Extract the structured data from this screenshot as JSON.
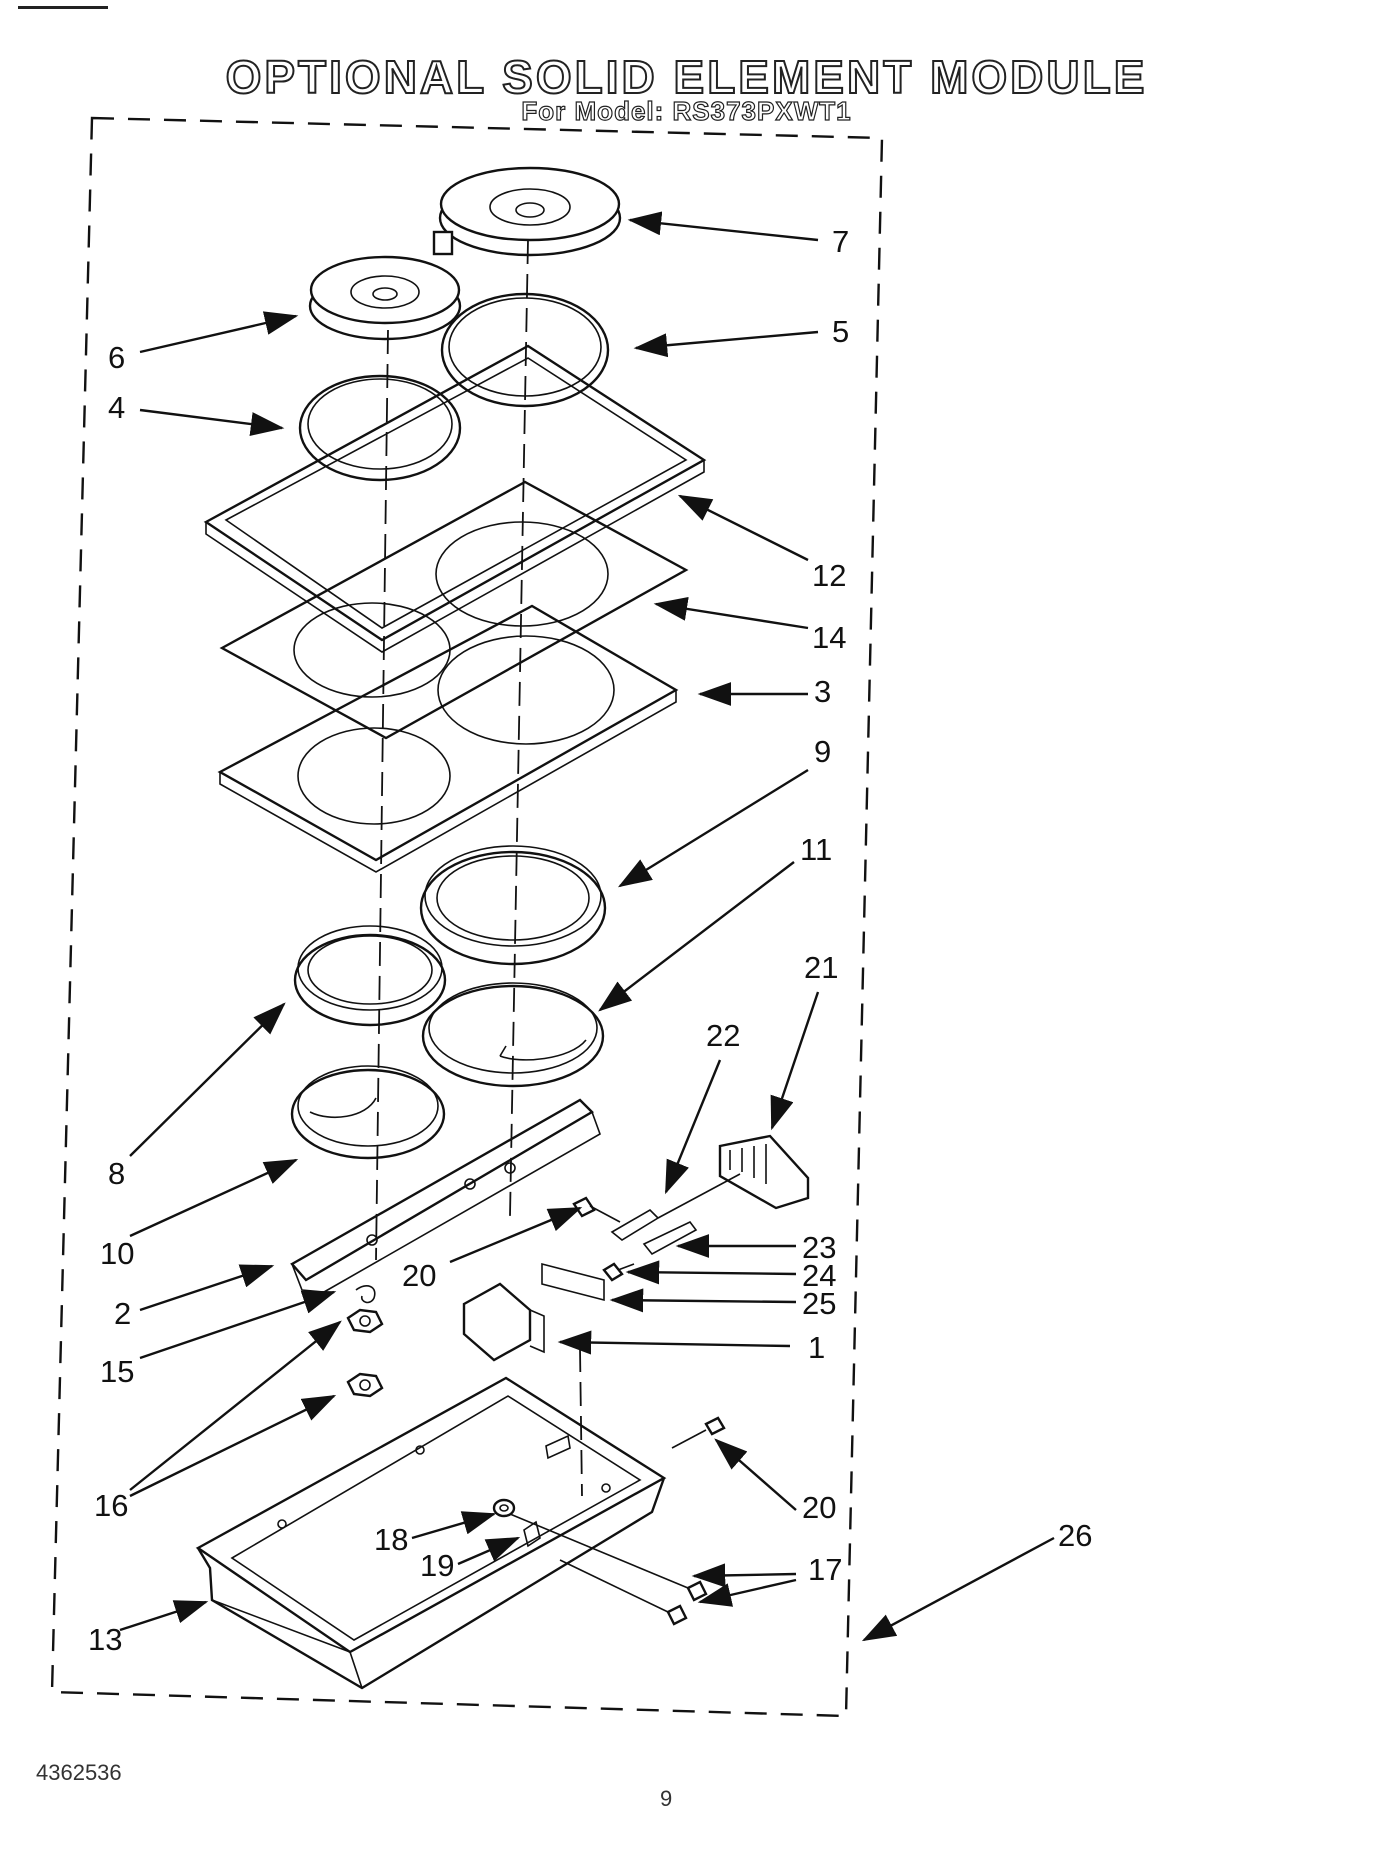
{
  "header": {
    "title": "OPTIONAL SOLID ELEMENT MODULE",
    "subtitle": "For Model: RS373PXWT1"
  },
  "footer": {
    "doc_number": "4362536",
    "page_number": "9"
  },
  "callouts": [
    {
      "id": "c7",
      "label": "7"
    },
    {
      "id": "c5",
      "label": "5"
    },
    {
      "id": "c6",
      "label": "6"
    },
    {
      "id": "c4",
      "label": "4"
    },
    {
      "id": "c12",
      "label": "12"
    },
    {
      "id": "c14",
      "label": "14"
    },
    {
      "id": "c3",
      "label": "3"
    },
    {
      "id": "c9",
      "label": "9"
    },
    {
      "id": "c11",
      "label": "11"
    },
    {
      "id": "c21",
      "label": "21"
    },
    {
      "id": "c22",
      "label": "22"
    },
    {
      "id": "c8",
      "label": "8"
    },
    {
      "id": "c10",
      "label": "10"
    },
    {
      "id": "c23",
      "label": "23"
    },
    {
      "id": "c24",
      "label": "24"
    },
    {
      "id": "c25",
      "label": "25"
    },
    {
      "id": "c20a",
      "label": "20"
    },
    {
      "id": "c2",
      "label": "2"
    },
    {
      "id": "c1",
      "label": "1"
    },
    {
      "id": "c15",
      "label": "15"
    },
    {
      "id": "c16",
      "label": "16"
    },
    {
      "id": "c20b",
      "label": "20"
    },
    {
      "id": "c26",
      "label": "26"
    },
    {
      "id": "c18",
      "label": "18"
    },
    {
      "id": "c19",
      "label": "19"
    },
    {
      "id": "c17",
      "label": "17"
    },
    {
      "id": "c13",
      "label": "13"
    }
  ]
}
